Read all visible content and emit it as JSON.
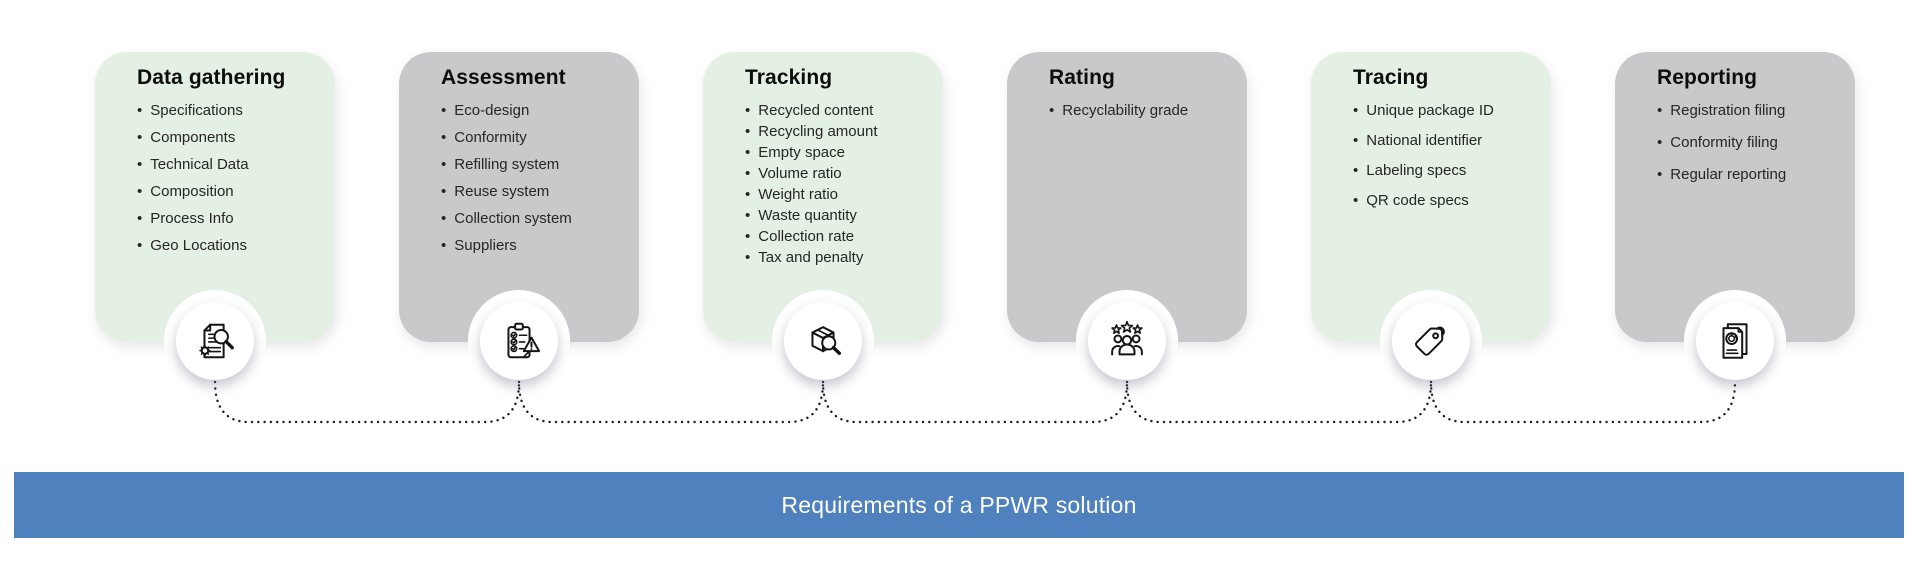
{
  "banner": {
    "label": "Requirements of a PPWR solution"
  },
  "colors": {
    "card_green": "#e4f0e3",
    "card_gray": "#c9c9cb",
    "banner_blue": "#4e81bd",
    "banner_text": "#ffffff",
    "connector_dots": "#1f1f1f",
    "title_text": "#0d0d0d",
    "item_text": "#262626"
  },
  "cards": [
    {
      "title": "Data gathering",
      "variant": "green",
      "icon": "document-search-gear-icon",
      "items": [
        "Specifications",
        "Components",
        "Technical Data",
        "Composition",
        "Process Info",
        "Geo Locations"
      ]
    },
    {
      "title": "Assessment",
      "variant": "gray",
      "icon": "clipboard-checklist-warning-icon",
      "items": [
        "Eco-design",
        "Conformity",
        "Refilling system",
        "Reuse system",
        "Collection system",
        "Suppliers"
      ]
    },
    {
      "title": "Tracking",
      "variant": "green",
      "icon": "package-search-icon",
      "items": [
        "Recycled content",
        "Recycling amount",
        "Empty space",
        "Volume ratio",
        "Weight ratio",
        "Waste quantity",
        "Collection rate",
        "Tax and penalty"
      ]
    },
    {
      "title": "Rating",
      "variant": "gray",
      "icon": "customer-rating-stars-icon",
      "items": [
        "Recyclability grade"
      ]
    },
    {
      "title": "Tracing",
      "variant": "green",
      "icon": "price-tag-icon",
      "items": [
        "Unique package ID",
        "National identifier",
        "Labeling specs",
        "QR code specs"
      ]
    },
    {
      "title": "Reporting",
      "variant": "gray",
      "icon": "report-document-icon",
      "items": [
        "Registration filing",
        "Conformity filing",
        "Regular reporting"
      ]
    }
  ]
}
